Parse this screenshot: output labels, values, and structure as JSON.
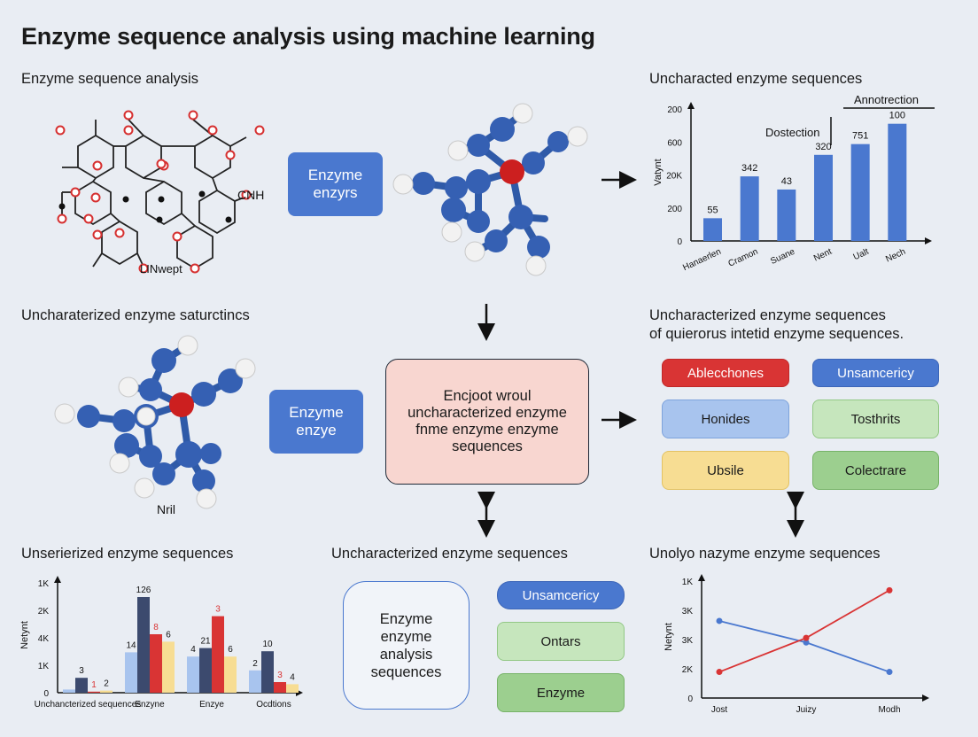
{
  "title": "Enzyme sequence analysis using machine learning",
  "sections": {
    "top_left": "Enzyme sequence analysis",
    "top_right": "Uncharacted enzyme sequences",
    "mid_left": "Uncharaterized enzyme saturctincs",
    "mid_right_1": "Uncharacterized enzyme sequences",
    "mid_right_2": "of quierorus intetid enzyme sequences.",
    "bottom_left": "Unserierized enzyme sequences",
    "bottom_center": "Uncharacterized enzyme sequences",
    "bottom_right": "Unolyo nazyme enzyme sequences"
  },
  "molecule_labels": {
    "cnh": "CNH",
    "linwept": "LINwept",
    "nril": "Nril"
  },
  "boxes": {
    "enzyme_top_1": "Enzyme",
    "enzyme_top_2": "enzyrs",
    "enzyme_mid_1": "Enzyme",
    "enzyme_mid_2": "enzye",
    "center_1": "Encjoot wroul",
    "center_2": "uncharacterized enzyme",
    "center_3": "fnme enzyme enzyme",
    "center_4": "sequences",
    "bottom_1": "Enzyme",
    "bottom_2": "enzyme",
    "bottom_3": "analysis",
    "bottom_4": "sequences"
  },
  "category_pills": [
    {
      "label": "Ablecchones",
      "bg": "#d93434",
      "fg": "#ffffff",
      "border": "#c02828"
    },
    {
      "label": "Unsamcericy",
      "bg": "#4a78cf",
      "fg": "#ffffff",
      "border": "#3d66b8"
    },
    {
      "label": "Honides",
      "bg": "#a8c4ee",
      "fg": "#1a1a1a",
      "border": "#7ea3dc"
    },
    {
      "label": "Tosthrits",
      "bg": "#c6e6bd",
      "fg": "#1a1a1a",
      "border": "#93c886"
    },
    {
      "label": "Ubsile",
      "bg": "#f7dd93",
      "fg": "#1a1a1a",
      "border": "#e3c263"
    },
    {
      "label": "Colectrare",
      "bg": "#9ccf8f",
      "fg": "#1a1a1a",
      "border": "#77b368"
    }
  ],
  "bottom_pills": [
    {
      "label": "Unsamcericy",
      "bg": "#4a78cf",
      "fg": "#ffffff",
      "border": "#3d66b8"
    },
    {
      "label": "Ontars",
      "bg": "#c6e6bd",
      "fg": "#1a1a1a",
      "border": "#93c886"
    },
    {
      "label": "Enzyme",
      "bg": "#9ccf8f",
      "fg": "#1a1a1a",
      "border": "#77b368"
    }
  ],
  "chart_data": [
    {
      "type": "bar",
      "ylabel": "Vatynt",
      "ytick_labels": [
        "200",
        "600",
        "20K",
        "200",
        "0"
      ],
      "categories": [
        "Hanaerlen",
        "Cramon",
        "Suane",
        "Nent",
        "Ualt",
        "Nech"
      ],
      "values": [
        55,
        342,
        43,
        320,
        751,
        100
      ],
      "value_labels": [
        "55",
        "342",
        "43",
        "320",
        "751",
        "100"
      ],
      "bar_fraction": [
        0.19,
        0.54,
        0.43,
        0.72,
        0.81,
        0.98
      ],
      "annotations": [
        "Annotrection",
        "Dostection"
      ],
      "color": "#4a78cf"
    },
    {
      "type": "bar",
      "ylabel": "Netynt",
      "ytick_labels": [
        "1K",
        "2K",
        "4K",
        "1K",
        "0"
      ],
      "categories": [
        "Unchancterized sequences",
        "Enzyne",
        "Enzye",
        "Ocdtions"
      ],
      "series_colors": [
        "#a8c4ee",
        "#3c4a6e",
        "#d93434",
        "#f7dd93"
      ],
      "groups": [
        {
          "fractions": [
            0.03,
            0.14,
            0.01,
            0.02
          ],
          "labels": [
            "",
            "3",
            "1",
            "2"
          ]
        },
        {
          "fractions": [
            0.38,
            0.9,
            0.55,
            0.48
          ],
          "labels": [
            "14",
            "126",
            "8",
            "6"
          ]
        },
        {
          "fractions": [
            0.34,
            0.42,
            0.72,
            0.34
          ],
          "labels": [
            "4",
            "21",
            "3",
            "6"
          ]
        },
        {
          "fractions": [
            0.21,
            0.39,
            0.1,
            0.08
          ],
          "labels": [
            "2",
            "10",
            "3",
            "4"
          ]
        }
      ]
    },
    {
      "type": "line",
      "ylabel": "Netynt",
      "ytick_labels": [
        "1K",
        "3K",
        "3K",
        "2K",
        "0"
      ],
      "categories": [
        "Jost",
        "Juizy",
        "Modh"
      ],
      "series": [
        {
          "color": "#4a78cf",
          "fractions": [
            0.68,
            0.49,
            0.23
          ]
        },
        {
          "color": "#d93434",
          "fractions": [
            0.23,
            0.53,
            0.95
          ]
        }
      ]
    }
  ]
}
